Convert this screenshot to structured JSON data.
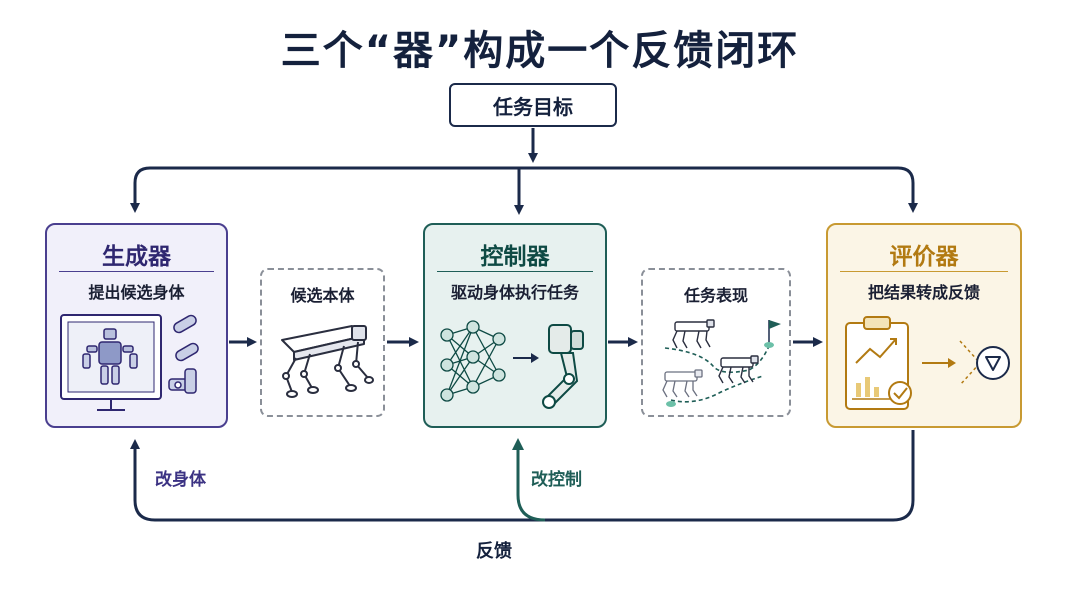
{
  "title": "三个“器”构成一个反馈闭环",
  "goal": "任务目标",
  "generator": {
    "title": "生成器",
    "subtitle": "提出候选身体"
  },
  "candidate": {
    "title": "候选本体"
  },
  "controller": {
    "title": "控制器",
    "subtitle": "驱动身体执行任务"
  },
  "performance": {
    "title": "任务表现"
  },
  "evaluator": {
    "title": "评价器",
    "subtitle": "把结果转成反馈"
  },
  "loops": {
    "modify_body": "改身体",
    "modify_control": "改控制",
    "feedback": "反馈"
  },
  "colors": {
    "navy": "#1b2a4a",
    "generator": "#4a3f8f",
    "controller": "#1f5e57",
    "evaluator": "#c89a32"
  }
}
